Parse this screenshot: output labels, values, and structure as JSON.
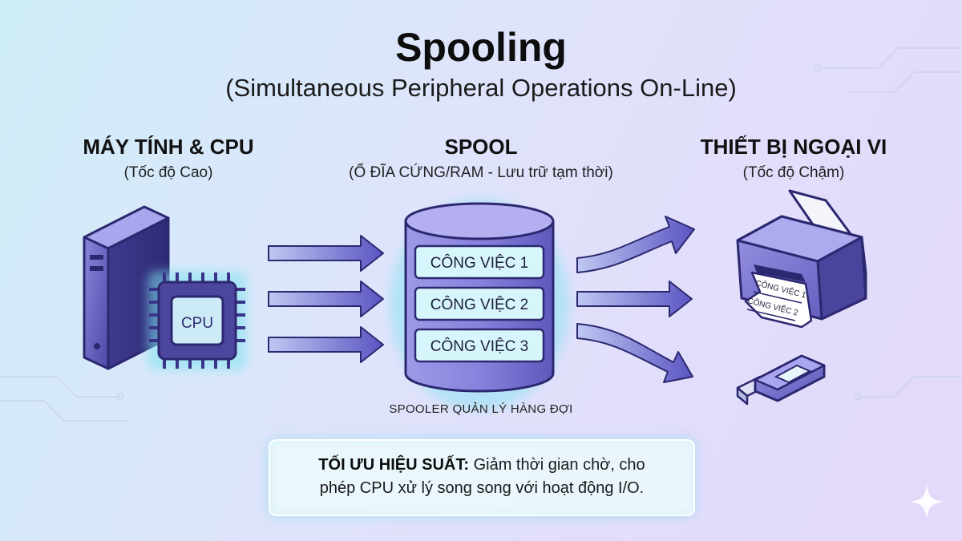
{
  "title": "Spooling",
  "subtitle": "(Simultaneous Peripheral Operations On-Line)",
  "columns": {
    "computer": {
      "heading": "MÁY TÍNH & CPU",
      "sub": "(Tốc độ Cao)",
      "chip_label": "CPU"
    },
    "spool": {
      "heading": "SPOOL",
      "sub": "(Ổ ĐĨA CỨNG/RAM - Lưu trữ tạm thời)"
    },
    "peripheral": {
      "heading": "THIẾT BỊ NGOẠI VI",
      "sub": "(Tốc độ Chậm)"
    }
  },
  "spool_jobs": [
    "CÔNG VIỆC 1",
    "CÔNG VIỆC 2",
    "CÔNG VIỆC 3"
  ],
  "printer_paper_lines": [
    "CÔNG VIỆC 1",
    "CÔNG VIỆC 2"
  ],
  "spooler_caption": "SPOOLER QUẢN LÝ HÀNG ĐỢI",
  "note": {
    "bold": "TỐI ƯU HIỆU SUẤT:",
    "line1": " Giảm thời gian chờ, cho",
    "line2": "phép CPU xử lý song song với hoạt động I/O."
  },
  "icons": [
    "computer-tower-icon",
    "cpu-chip-icon",
    "database-cylinder-icon",
    "arrow-right-icon",
    "printer-icon",
    "usb-drive-icon",
    "sparkle-icon"
  ],
  "colors": {
    "arrow": "#6a63c9",
    "tower": "#6b66c4",
    "cylinder": "#7d78d6",
    "job_panel": "#d7f6fb",
    "glow": "#7fe3f0"
  }
}
